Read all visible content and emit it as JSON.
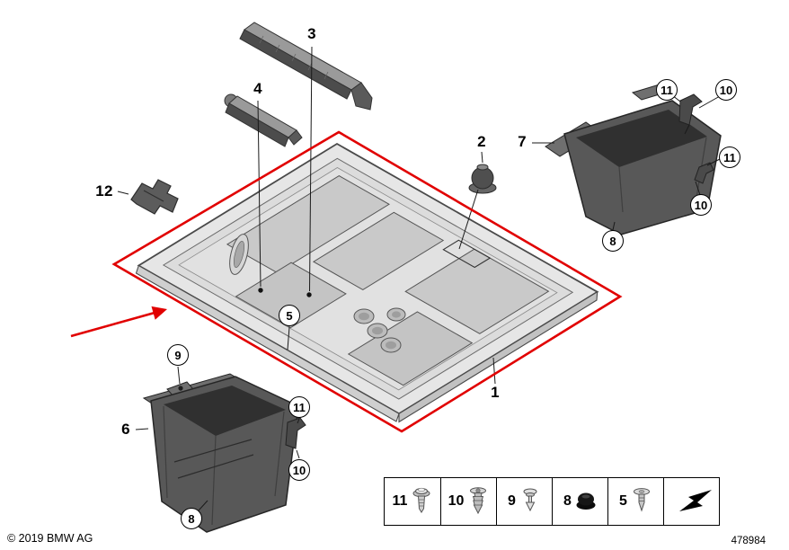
{
  "callouts": {
    "plain": [
      {
        "label": "3"
      },
      {
        "label": "4"
      },
      {
        "label": "12"
      },
      {
        "label": "2"
      },
      {
        "label": "7"
      },
      {
        "label": "1"
      },
      {
        "label": "6"
      }
    ],
    "circled": [
      {
        "label": "5"
      },
      {
        "label": "9"
      },
      {
        "label": "11"
      },
      {
        "label": "10"
      },
      {
        "label": "8"
      },
      {
        "label": "11"
      },
      {
        "label": "10"
      },
      {
        "label": "11"
      },
      {
        "label": "10"
      },
      {
        "label": "8"
      }
    ]
  },
  "legend": {
    "items": [
      {
        "label": "11",
        "icon": "screw-icon"
      },
      {
        "label": "10",
        "icon": "expanding-rivet-icon"
      },
      {
        "label": "9",
        "icon": "clip-icon"
      },
      {
        "label": "8",
        "icon": "plug-icon"
      },
      {
        "label": "5",
        "icon": "rivet-icon"
      },
      {
        "label": "",
        "icon": "direction-arrow-icon"
      }
    ]
  },
  "footer": {
    "copyright": "© 2019 BMW AG",
    "diagram_number": "478984"
  },
  "colors": {
    "highlight_red": "#e10000"
  }
}
